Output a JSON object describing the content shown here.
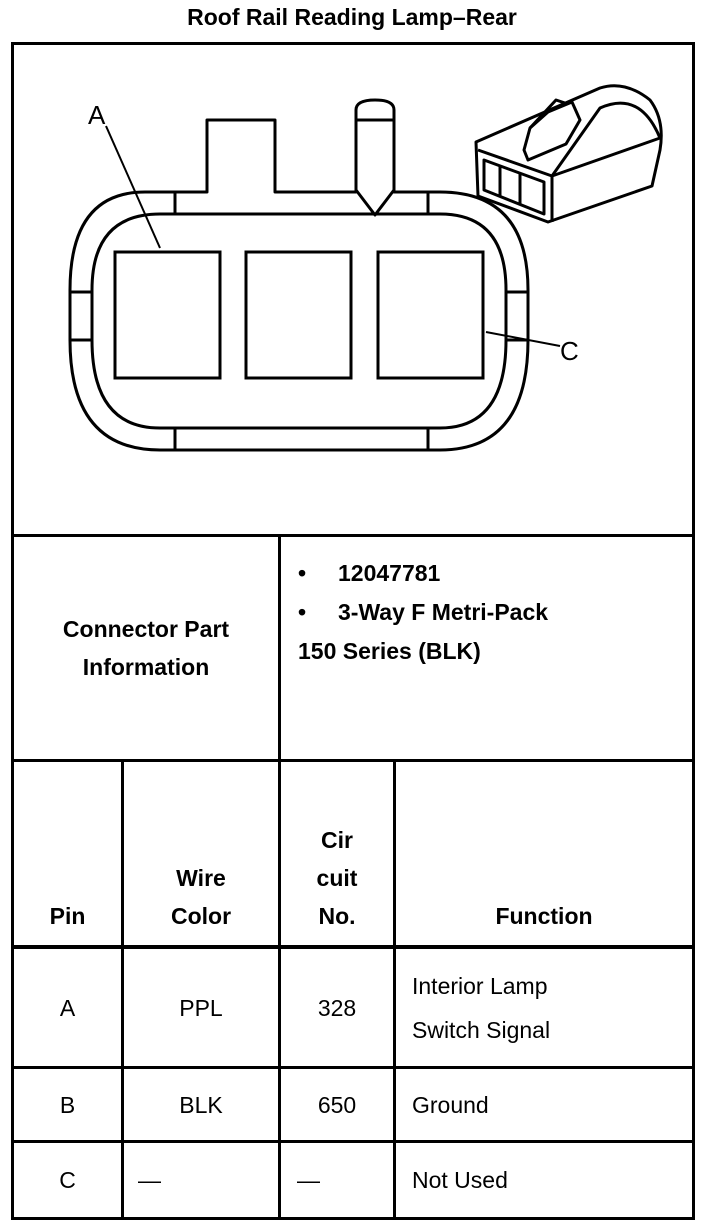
{
  "title": "Roof Rail Reading Lamp–Rear",
  "diagram": {
    "label_a": "A",
    "label_c": "C"
  },
  "connector_info": {
    "label_line1": "Connector Part",
    "label_line2": "Information",
    "bullet_char": "•",
    "part_number": "12047781",
    "description_line1": "3-Way F Metri-Pack",
    "description_line2": "150 Series (BLK)"
  },
  "table": {
    "headers": {
      "pin": "Pin",
      "wire_color_line1": "Wire",
      "wire_color_line2": "Color",
      "circuit_line1": "Cir",
      "circuit_line2": "cuit",
      "circuit_line3": "No.",
      "function": "Function"
    },
    "rows": [
      {
        "pin": "A",
        "wire_color": "PPL",
        "circuit": "328",
        "function_line1": "Interior Lamp",
        "function_line2": "Switch Signal"
      },
      {
        "pin": "B",
        "wire_color": "BLK",
        "circuit": "650",
        "function_line1": "Ground",
        "function_line2": ""
      },
      {
        "pin": "C",
        "wire_color": "—",
        "circuit": "—",
        "function_line1": "Not Used",
        "function_line2": ""
      }
    ]
  }
}
